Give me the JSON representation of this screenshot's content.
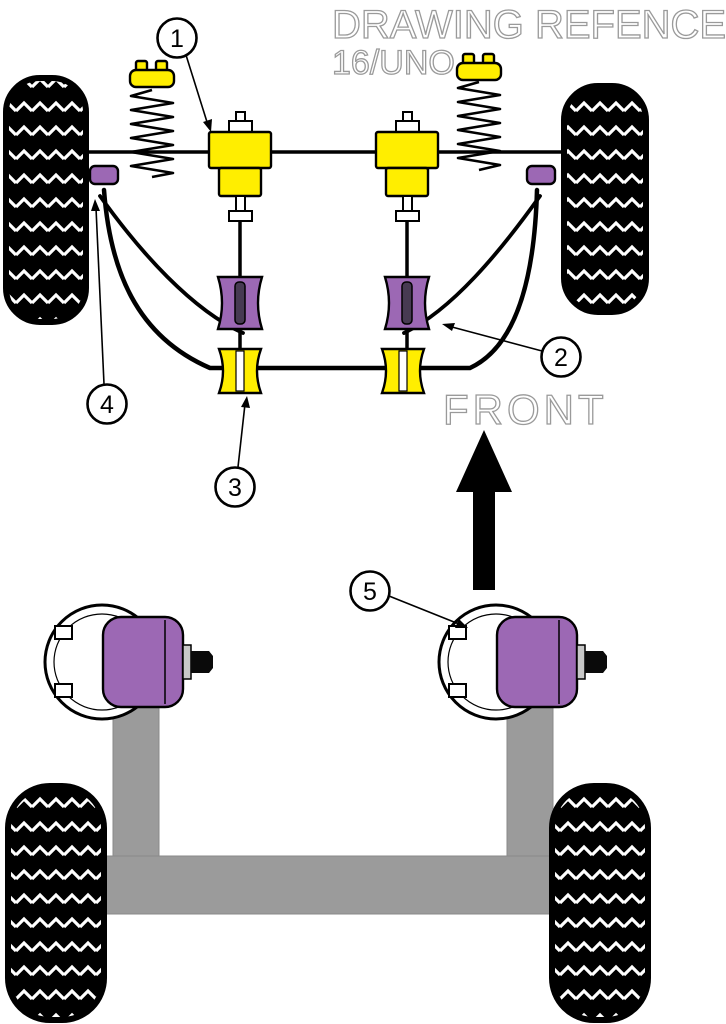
{
  "title": {
    "line1": "DRAWING REFENCE",
    "line2": "16/UNO"
  },
  "front_label": "FRONT",
  "callouts": [
    "1",
    "2",
    "3",
    "4",
    "5"
  ],
  "colors": {
    "bushing_purple": "#9c68b4",
    "part_yellow": "#ffee00",
    "metal_gray": "#9b9b9b",
    "outline_text_gray": "#9a9a9a",
    "slot_dark": "#473a52"
  }
}
